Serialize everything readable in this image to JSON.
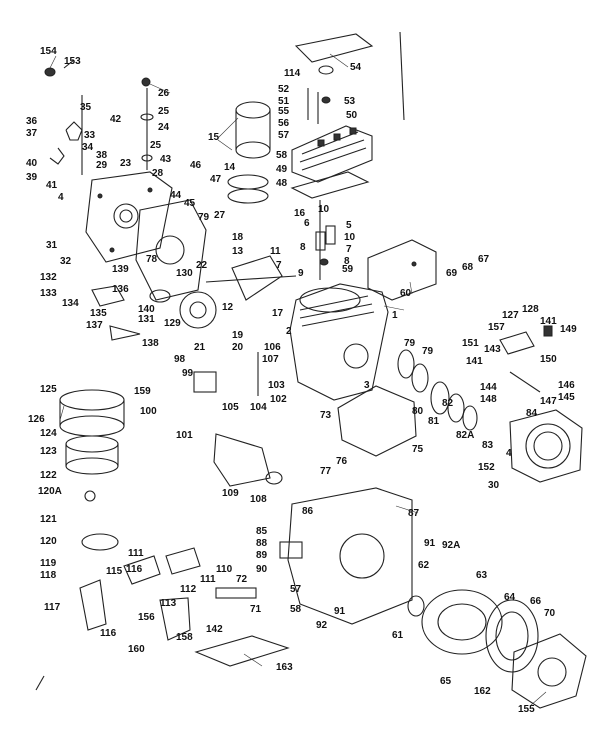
{
  "diagram": {
    "callouts": [
      {
        "id": "c154",
        "label": "154"
      },
      {
        "id": "c153",
        "label": "153"
      },
      {
        "id": "c26",
        "label": "26"
      },
      {
        "id": "c25a",
        "label": "25"
      },
      {
        "id": "c24",
        "label": "24"
      },
      {
        "id": "c25b",
        "label": "25"
      },
      {
        "id": "c35",
        "label": "35"
      },
      {
        "id": "c36",
        "label": "36"
      },
      {
        "id": "c37",
        "label": "37"
      },
      {
        "id": "c42",
        "label": "42"
      },
      {
        "id": "c33",
        "label": "33"
      },
      {
        "id": "c34",
        "label": "34"
      },
      {
        "id": "c38",
        "label": "38"
      },
      {
        "id": "c40",
        "label": "40"
      },
      {
        "id": "c39",
        "label": "39"
      },
      {
        "id": "c29",
        "label": "29"
      },
      {
        "id": "c23",
        "label": "23"
      },
      {
        "id": "c43",
        "label": "43"
      },
      {
        "id": "c28",
        "label": "28"
      },
      {
        "id": "c41",
        "label": "41"
      },
      {
        "id": "c4a",
        "label": "4"
      },
      {
        "id": "c44",
        "label": "44"
      },
      {
        "id": "c46",
        "label": "46"
      },
      {
        "id": "c47",
        "label": "47"
      },
      {
        "id": "c14",
        "label": "14"
      },
      {
        "id": "c45",
        "label": "45"
      },
      {
        "id": "c15",
        "label": "15"
      },
      {
        "id": "c114",
        "label": "114"
      },
      {
        "id": "c54",
        "label": "54"
      },
      {
        "id": "c52",
        "label": "52"
      },
      {
        "id": "c53",
        "label": "53"
      },
      {
        "id": "c51",
        "label": "51"
      },
      {
        "id": "c50",
        "label": "50"
      },
      {
        "id": "c55",
        "label": "55"
      },
      {
        "id": "c56",
        "label": "56"
      },
      {
        "id": "c57a",
        "label": "57"
      },
      {
        "id": "c58",
        "label": "58"
      },
      {
        "id": "c49",
        "label": "49"
      },
      {
        "id": "c48",
        "label": "48"
      },
      {
        "id": "c16",
        "label": "16"
      },
      {
        "id": "c10a",
        "label": "10"
      },
      {
        "id": "c6",
        "label": "6"
      },
      {
        "id": "c5",
        "label": "5"
      },
      {
        "id": "c10b",
        "label": "10"
      },
      {
        "id": "c7a",
        "label": "7"
      },
      {
        "id": "c8a",
        "label": "8"
      },
      {
        "id": "c8b",
        "label": "8"
      },
      {
        "id": "c9",
        "label": "9"
      },
      {
        "id": "c59",
        "label": "59"
      },
      {
        "id": "c69",
        "label": "69"
      },
      {
        "id": "c68",
        "label": "68"
      },
      {
        "id": "c67",
        "label": "67"
      },
      {
        "id": "c60",
        "label": "60"
      },
      {
        "id": "c27",
        "label": "27"
      },
      {
        "id": "c79a",
        "label": "79"
      },
      {
        "id": "c31",
        "label": "31"
      },
      {
        "id": "c78",
        "label": "78"
      },
      {
        "id": "c18",
        "label": "18"
      },
      {
        "id": "c13",
        "label": "13"
      },
      {
        "id": "c11",
        "label": "11"
      },
      {
        "id": "c32",
        "label": "32"
      },
      {
        "id": "c139",
        "label": "139"
      },
      {
        "id": "c22",
        "label": "22"
      },
      {
        "id": "c7b",
        "label": "7"
      },
      {
        "id": "c130",
        "label": "130"
      },
      {
        "id": "c132",
        "label": "132"
      },
      {
        "id": "c133",
        "label": "133"
      },
      {
        "id": "c136",
        "label": "136"
      },
      {
        "id": "c134",
        "label": "134"
      },
      {
        "id": "c140",
        "label": "140"
      },
      {
        "id": "c135",
        "label": "135"
      },
      {
        "id": "c131",
        "label": "131"
      },
      {
        "id": "c137",
        "label": "137"
      },
      {
        "id": "c129",
        "label": "129"
      },
      {
        "id": "c12",
        "label": "12"
      },
      {
        "id": "c17",
        "label": "17"
      },
      {
        "id": "c1",
        "label": "1"
      },
      {
        "id": "c138",
        "label": "138"
      },
      {
        "id": "c21",
        "label": "21"
      },
      {
        "id": "c19",
        "label": "19"
      },
      {
        "id": "c20",
        "label": "20"
      },
      {
        "id": "c2",
        "label": "2"
      },
      {
        "id": "c106",
        "label": "106"
      },
      {
        "id": "c98",
        "label": "98"
      },
      {
        "id": "c107",
        "label": "107"
      },
      {
        "id": "c99",
        "label": "99"
      },
      {
        "id": "c103",
        "label": "103"
      },
      {
        "id": "c102",
        "label": "102"
      },
      {
        "id": "c105",
        "label": "105"
      },
      {
        "id": "c104",
        "label": "104"
      },
      {
        "id": "c3",
        "label": "3"
      },
      {
        "id": "c125",
        "label": "125"
      },
      {
        "id": "c159",
        "label": "159"
      },
      {
        "id": "c100",
        "label": "100"
      },
      {
        "id": "c126",
        "label": "126"
      },
      {
        "id": "c101",
        "label": "101"
      },
      {
        "id": "c124",
        "label": "124"
      },
      {
        "id": "c123",
        "label": "123"
      },
      {
        "id": "c79b",
        "label": "79"
      },
      {
        "id": "c79c",
        "label": "79"
      },
      {
        "id": "c80",
        "label": "80"
      },
      {
        "id": "c81",
        "label": "81"
      },
      {
        "id": "c82",
        "label": "82"
      },
      {
        "id": "c82a",
        "label": "82A"
      },
      {
        "id": "c73",
        "label": "73"
      },
      {
        "id": "c83",
        "label": "83"
      },
      {
        "id": "c84",
        "label": "84"
      },
      {
        "id": "c4b",
        "label": "4"
      },
      {
        "id": "c152",
        "label": "152"
      },
      {
        "id": "c75",
        "label": "75"
      },
      {
        "id": "c76",
        "label": "76"
      },
      {
        "id": "c77",
        "label": "77"
      },
      {
        "id": "c109",
        "label": "109"
      },
      {
        "id": "c108",
        "label": "108"
      },
      {
        "id": "c122",
        "label": "122"
      },
      {
        "id": "c120a",
        "label": "120A"
      },
      {
        "id": "c30",
        "label": "30"
      },
      {
        "id": "c127",
        "label": "127"
      },
      {
        "id": "c128",
        "label": "128"
      },
      {
        "id": "c157",
        "label": "157"
      },
      {
        "id": "c141a",
        "label": "141"
      },
      {
        "id": "c149",
        "label": "149"
      },
      {
        "id": "c151",
        "label": "151"
      },
      {
        "id": "c143",
        "label": "143"
      },
      {
        "id": "c141b",
        "label": "141"
      },
      {
        "id": "c150",
        "label": "150"
      },
      {
        "id": "c144",
        "label": "144"
      },
      {
        "id": "c146",
        "label": "146"
      },
      {
        "id": "c148",
        "label": "148"
      },
      {
        "id": "c145",
        "label": "145"
      },
      {
        "id": "c147",
        "label": "147"
      },
      {
        "id": "c121",
        "label": "121"
      },
      {
        "id": "c86",
        "label": "86"
      },
      {
        "id": "c87",
        "label": "87"
      },
      {
        "id": "c85",
        "label": "85"
      },
      {
        "id": "c88",
        "label": "88"
      },
      {
        "id": "c89",
        "label": "89"
      },
      {
        "id": "c91a",
        "label": "91"
      },
      {
        "id": "c92a",
        "label": "92A"
      },
      {
        "id": "c120",
        "label": "120"
      },
      {
        "id": "c119",
        "label": "119"
      },
      {
        "id": "c118",
        "label": "118"
      },
      {
        "id": "c111a",
        "label": "111"
      },
      {
        "id": "c110",
        "label": "110"
      },
      {
        "id": "c90",
        "label": "90"
      },
      {
        "id": "c115",
        "label": "115"
      },
      {
        "id": "c116a",
        "label": "116"
      },
      {
        "id": "c112",
        "label": "112"
      },
      {
        "id": "c111b",
        "label": "111"
      },
      {
        "id": "c62",
        "label": "62"
      },
      {
        "id": "c63",
        "label": "63"
      },
      {
        "id": "c72",
        "label": "72"
      },
      {
        "id": "c57b",
        "label": "57"
      },
      {
        "id": "c113",
        "label": "113"
      },
      {
        "id": "c156",
        "label": "156"
      },
      {
        "id": "c71",
        "label": "71"
      },
      {
        "id": "c58b",
        "label": "58"
      },
      {
        "id": "c91b",
        "label": "91"
      },
      {
        "id": "c92",
        "label": "92"
      },
      {
        "id": "c117",
        "label": "117"
      },
      {
        "id": "c116b",
        "label": "116"
      },
      {
        "id": "c142",
        "label": "142"
      },
      {
        "id": "c158",
        "label": "158"
      },
      {
        "id": "c160",
        "label": "160"
      },
      {
        "id": "c61",
        "label": "61"
      },
      {
        "id": "c64",
        "label": "64"
      },
      {
        "id": "c66",
        "label": "66"
      },
      {
        "id": "c70",
        "label": "70"
      },
      {
        "id": "c163",
        "label": "163"
      },
      {
        "id": "c65",
        "label": "65"
      },
      {
        "id": "c162",
        "label": "162"
      },
      {
        "id": "c155",
        "label": "155"
      }
    ]
  }
}
